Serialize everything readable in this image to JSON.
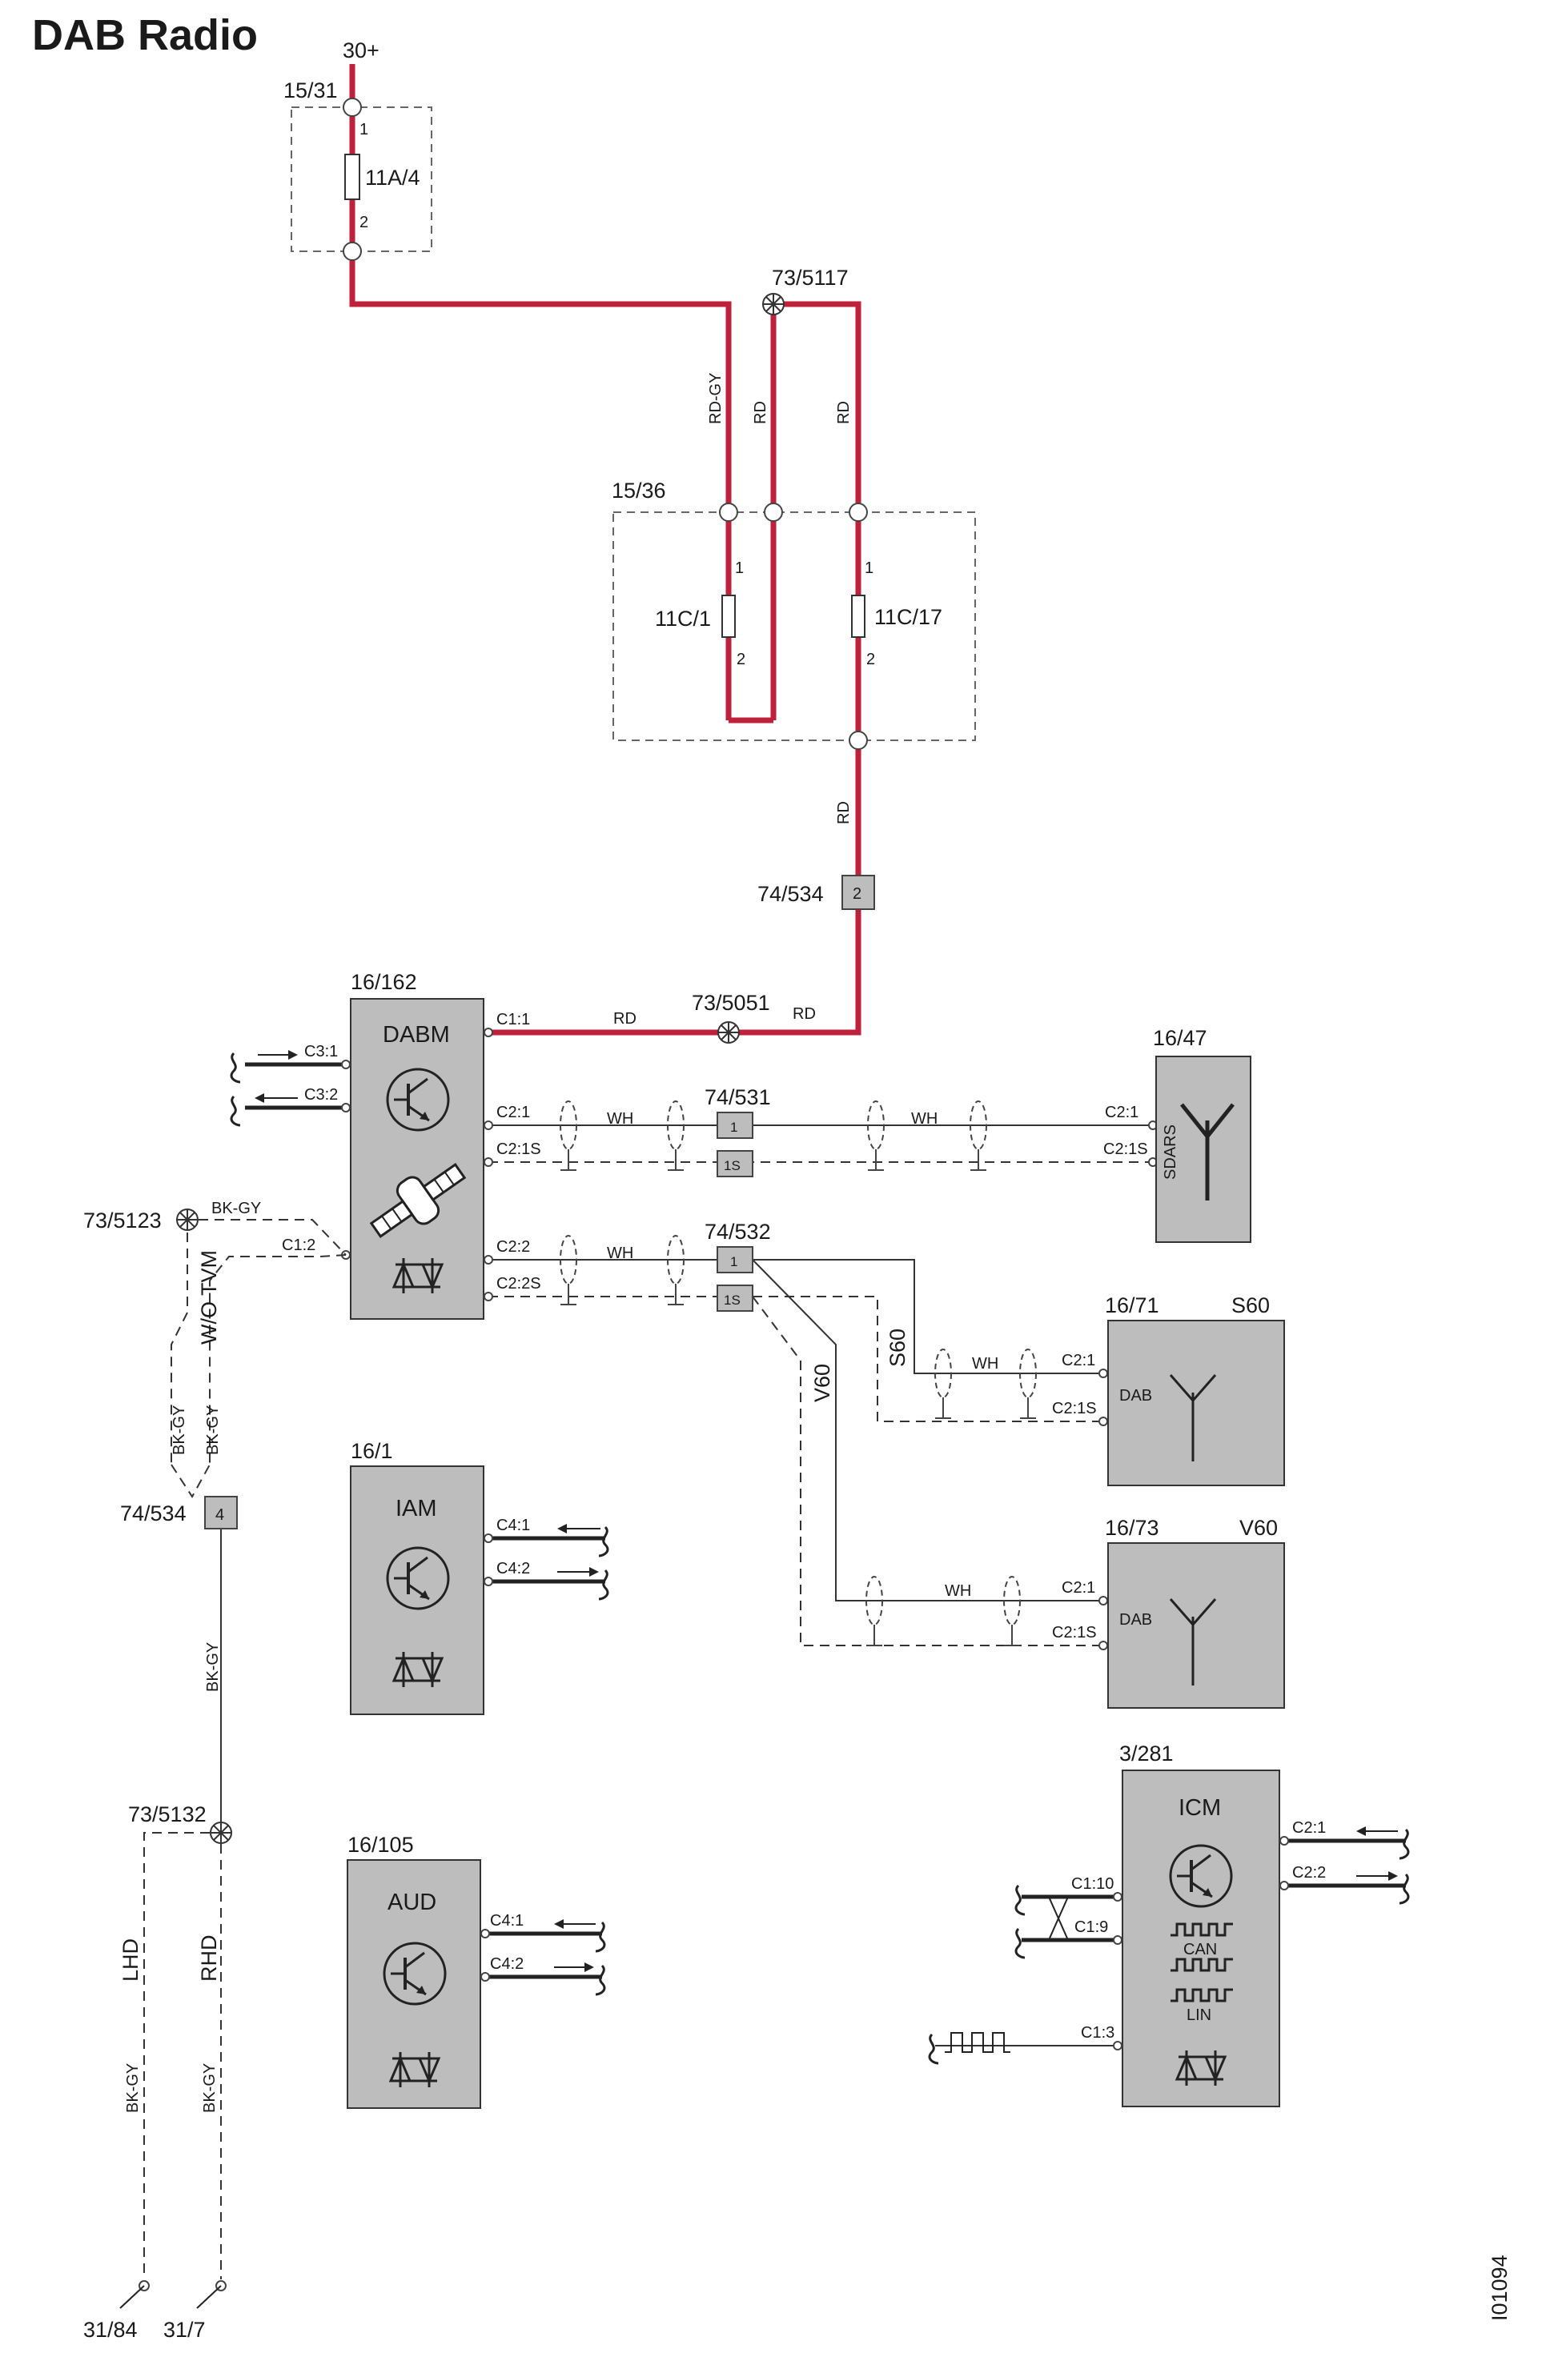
{
  "title": "DAB Radio",
  "doc_id": "I01094",
  "supply": {
    "voltage": "30+",
    "fuse_box_1": "15/31",
    "fuse_1": "11A/4",
    "fuse_box_2": "15/36",
    "fuse_2": "11C/1",
    "fuse_3": "11C/17",
    "pin_1": "1",
    "pin_2": "2"
  },
  "splices": {
    "s5117": "73/5117",
    "s5051": "73/5051",
    "s5123": "73/5123",
    "s5132": "73/5132"
  },
  "connectors": {
    "c534": "74/534",
    "c534_pin2": "2",
    "c534_pin4": "4",
    "c531": "74/531",
    "c532": "74/532",
    "pin1": "1",
    "pin1s": "1S"
  },
  "wires": {
    "rd_gy": "RD-GY",
    "rd": "RD",
    "wh": "WH",
    "bk_gy": "BK-GY"
  },
  "variants": {
    "wo_tvm": "W/O TVM",
    "s60": "S60",
    "v60": "V60",
    "lhd": "LHD",
    "rhd": "RHD"
  },
  "modules": {
    "dabm": {
      "id": "16/162",
      "name": "DABM",
      "pins": [
        "C1:1",
        "C3:1",
        "C3:2",
        "C2:1",
        "C2:1S",
        "C1:2",
        "C2:2",
        "C2:2S"
      ]
    },
    "sdars": {
      "id": "16/47",
      "name": "SDARS",
      "pins": [
        "C2:1",
        "C2:1S"
      ]
    },
    "dab_s60": {
      "id": "16/71",
      "variant": "S60",
      "name": "DAB",
      "pins": [
        "C2:1",
        "C2:1S"
      ]
    },
    "dab_v60": {
      "id": "16/73",
      "variant": "V60",
      "name": "DAB",
      "pins": [
        "C2:1",
        "C2:1S"
      ]
    },
    "iam": {
      "id": "16/1",
      "name": "IAM",
      "pins": [
        "C4:1",
        "C4:2"
      ]
    },
    "aud": {
      "id": "16/105",
      "name": "AUD",
      "pins": [
        "C4:1",
        "C4:2"
      ]
    },
    "icm": {
      "id": "3/281",
      "name": "ICM",
      "pins": [
        "C2:1",
        "C2:2",
        "C1:10",
        "C1:9",
        "C1:3"
      ],
      "can": "CAN",
      "lin": "LIN"
    }
  },
  "grounds": {
    "g1": "31/84",
    "g2": "31/7"
  },
  "colors": {
    "power_wire": "#c0213a",
    "module_fill": "#bdbdbd"
  },
  "icons": [
    "transistor-icon",
    "satellite-icon",
    "diode-pair-icon",
    "antenna-icon",
    "signal-wave-icon"
  ]
}
